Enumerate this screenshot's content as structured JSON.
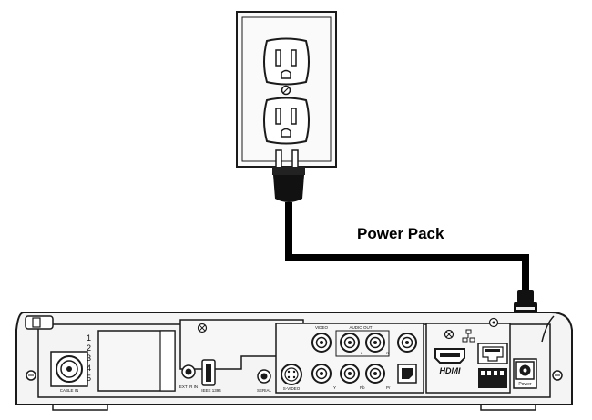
{
  "caption": "Power Pack",
  "outlet": {
    "name": "wall outlet"
  },
  "receiver": {
    "labels": {
      "cable_in": "CABLE IN",
      "ext_ir_in": "EXT IR IN",
      "ieee1394": "IEEE 1394",
      "serial": "SERIAL",
      "s_video": "S-VIDEO",
      "video": "VIDEO",
      "audio_out": "AUDIO OUT",
      "audio_l": "L",
      "audio_r": "R",
      "y": "Y",
      "pb": "Pb",
      "pr": "Pr",
      "hdmi": "HDMI",
      "power": "Power"
    },
    "port_numbers": [
      "1",
      "2",
      "3",
      "4",
      "5"
    ]
  },
  "colors": {
    "line": "#1a1a1a",
    "panel_fill": "#f4f4f4",
    "outlet_fill": "#fafafa",
    "cable": "#000000"
  }
}
